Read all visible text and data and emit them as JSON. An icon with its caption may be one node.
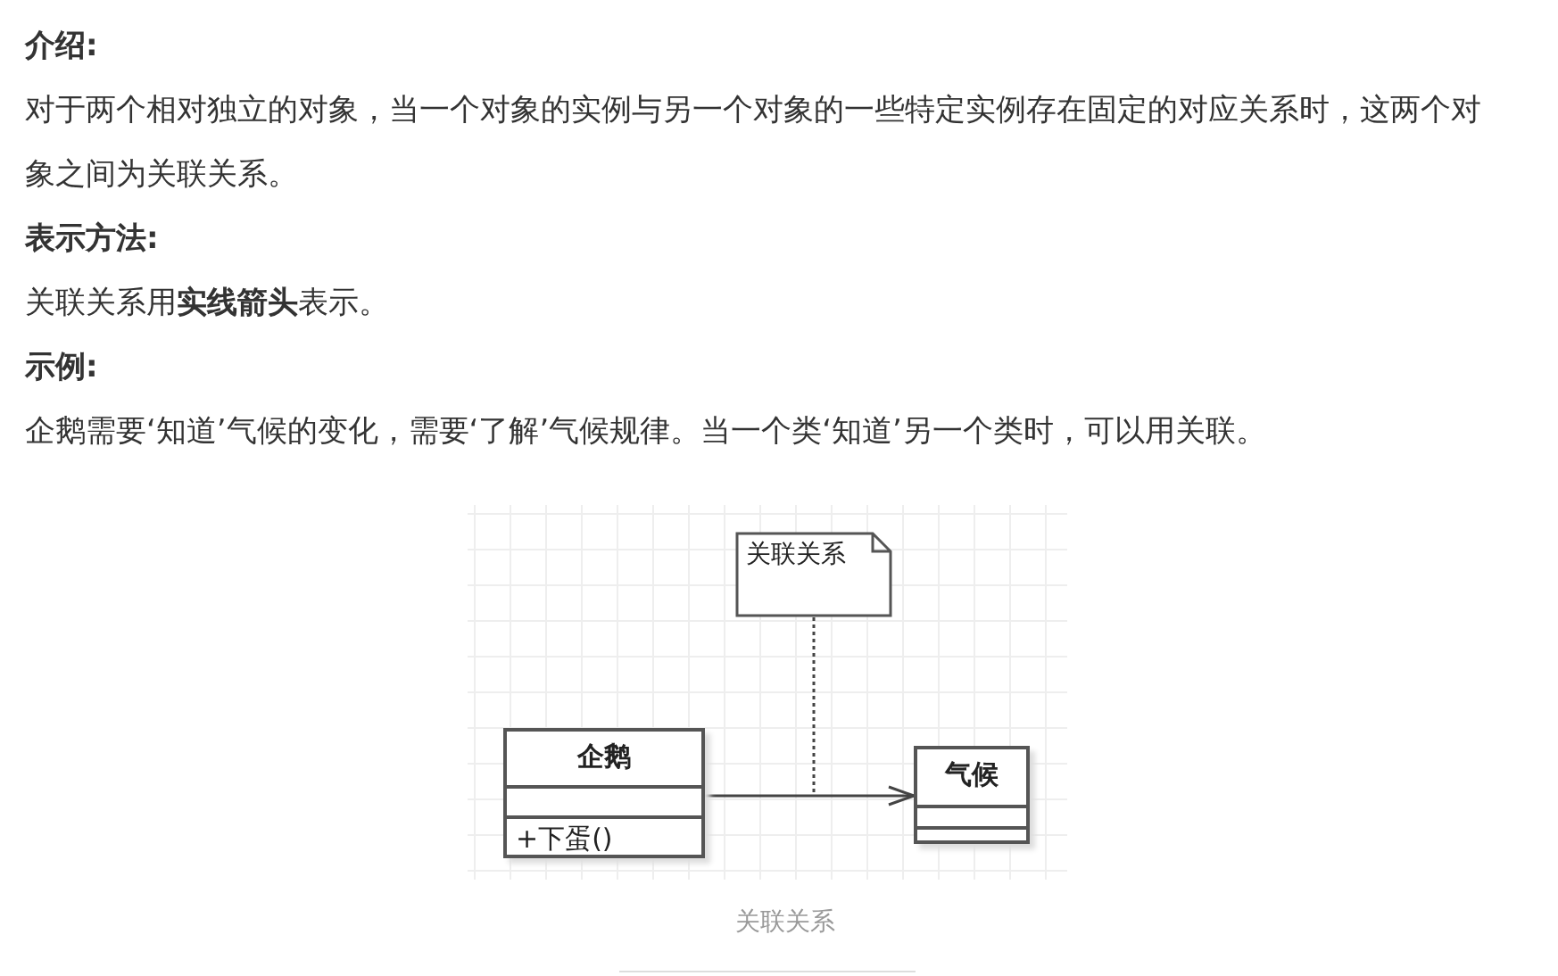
{
  "diagram": {
    "caption": "关联关系",
    "nodes": [
      {
        "text": [
          "关联关系"
        ]
      },
      {
        "text": [
          "企鹅",
          "+下蛋()"
        ]
      },
      {
        "text": [
          "气候"
        ]
      }
    ],
    "edges": [
      {
        "from": 1,
        "to": 2,
        "arrow": "to"
      },
      {
        "from": 0,
        "to": null,
        "arrow": "none",
        "style": "dashed"
      }
    ],
    "labels": [
      "介绍:",
      "对于两个相对独立的对象，当一个对象的实例与另一个对象的一些特定实例存在固定的对应关系时，这两个对象之间为关联关系。",
      "表示方法:",
      "关联关系用**实线箭头**表示。",
      "示例:",
      "企鹅需要‘知道’气候的变化，需要‘了解’气候规律。当一个类‘知道’另一个类时，可以用关联。"
    ]
  }
}
